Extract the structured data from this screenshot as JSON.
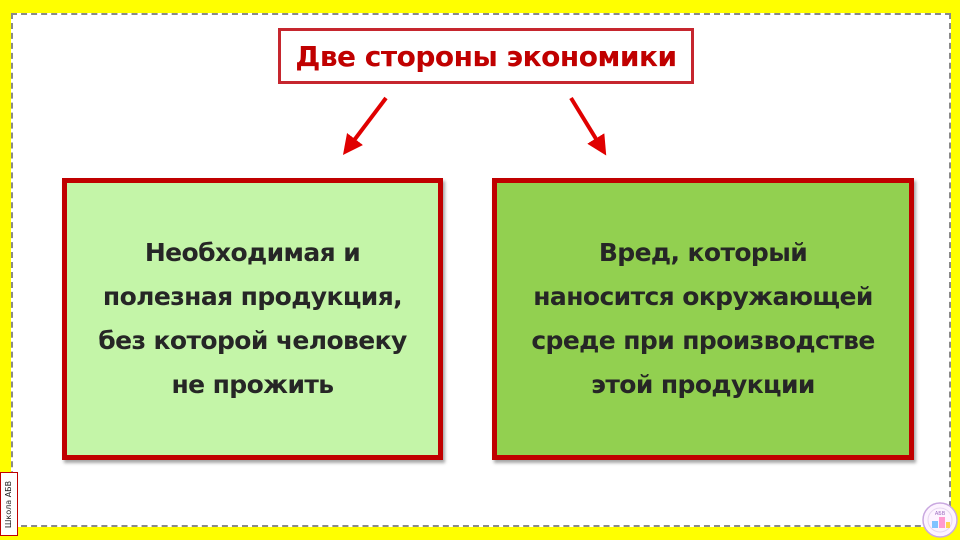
{
  "title": "Две стороны экономики",
  "left_box": {
    "lines": [
      "Необходимая и",
      "полезная продукция,",
      "без которой человеку",
      "не прожить"
    ]
  },
  "right_box": {
    "lines": [
      "Вред, который",
      "наносится окружающей",
      "среде при производстве",
      "этой продукции"
    ]
  },
  "watermark": {
    "side_text": "Школа АБВ",
    "seal_text": "АБВ"
  },
  "colors": {
    "background": "#ffff00",
    "title_text": "#c00000",
    "arrow": "#e00000",
    "box_border": "#c00000",
    "left_fill": "#c4f5a8",
    "right_fill": "#92d050"
  },
  "icons": {
    "left_arrow": "arrow-down-left-icon",
    "right_arrow": "arrow-down-right-icon"
  }
}
